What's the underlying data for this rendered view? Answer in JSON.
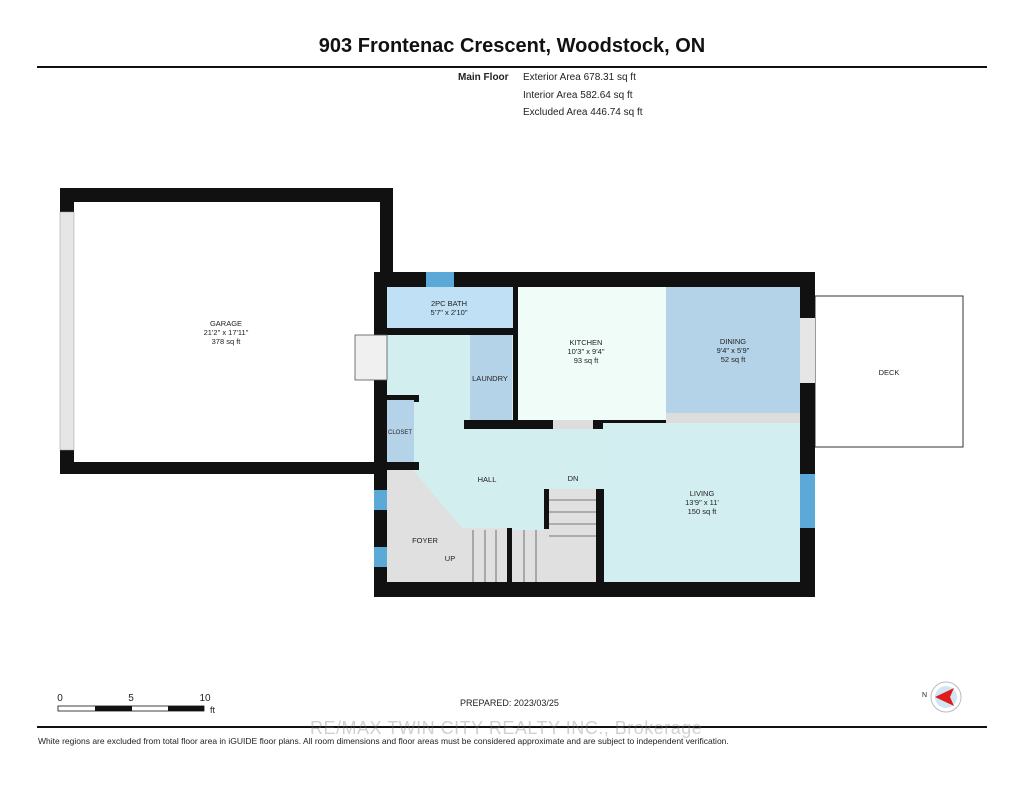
{
  "title": "903 Frontenac Crescent, Woodstock, ON",
  "floor": {
    "name": "Main Floor",
    "exterior_area": "Exterior Area 678.31 sq ft",
    "interior_area": "Interior Area 582.64 sq ft",
    "excluded_area": "Excluded Area 446.74 sq ft"
  },
  "rooms": {
    "garage": {
      "name": "GARAGE",
      "dims": "21'2\" x 17'11\"",
      "area": "378 sq ft"
    },
    "bath": {
      "name": "2PC BATH",
      "dims": "5'7\" x 2'10\""
    },
    "kitchen": {
      "name": "KITCHEN",
      "dims": "10'3\" x 9'4\"",
      "area": "93 sq ft"
    },
    "dining": {
      "name": "DINING",
      "dims": "9'4\" x 5'9\"",
      "area": "52 sq ft"
    },
    "laundry": {
      "name": "LAUNDRY"
    },
    "closet": {
      "name": "CLOSET"
    },
    "hall": {
      "name": "HALL"
    },
    "living": {
      "name": "LIVING",
      "dims": "13'9\" x 11'",
      "area": "150 sq ft"
    },
    "foyer": {
      "name": "FOYER"
    },
    "deck": {
      "name": "DECK"
    },
    "stairs_up": "UP",
    "stairs_down": "DN"
  },
  "scale": {
    "t0": "0",
    "t5": "5",
    "t10": "10",
    "unit": "ft"
  },
  "prepared": "PREPARED: 2023/03/25",
  "compass": {
    "label": "N"
  },
  "watermark": "RE/MAX TWIN CITY REALTY INC., Brokerage",
  "footer": "White regions are excluded from total floor area in iGUIDE floor plans. All room dimensions and floor areas must be considered approximate and are subject to independent verification.",
  "colors": {
    "wall": "#111111",
    "bath": "#bfe0f5",
    "kitchen": "#effcf8",
    "dining": "#b5d3e8",
    "living": "#d3eef0",
    "foyer": "#e0e0e0",
    "window": "#5aa9d6"
  }
}
